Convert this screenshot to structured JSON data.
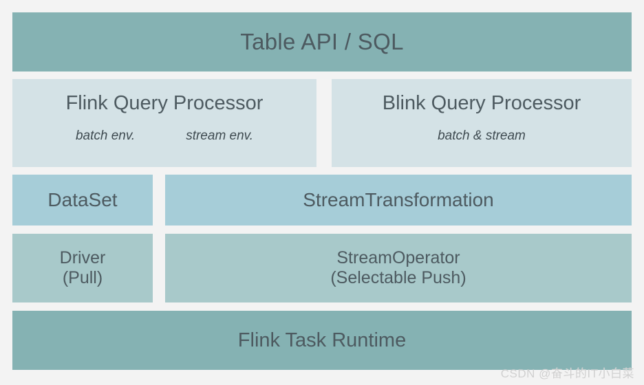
{
  "diagram": {
    "title": "Flink Table API / SQL architecture stack",
    "colors": {
      "background": "#f3f3f3",
      "layer_api": "#85b2b3",
      "layer_processor": "#d4e2e6",
      "layer_transformation": "#a6cdd8",
      "layer_operator": "#a8c9ca",
      "layer_runtime": "#85b2b3",
      "text": "#4d5a60",
      "watermark": "#cfcfcf"
    },
    "rows": {
      "api": {
        "title": "Table API / SQL"
      },
      "processors": {
        "flink": {
          "title": "Flink Query Processor",
          "sub_left": "batch env.",
          "sub_right": "stream env."
        },
        "blink": {
          "title": "Blink Query Processor",
          "sub": "batch & stream"
        }
      },
      "transformation": {
        "dataset": "DataSet",
        "streamtransformation": "StreamTransformation"
      },
      "operator": {
        "driver_line1": "Driver",
        "driver_line2": "(Pull)",
        "streamoperator_line1": "StreamOperator",
        "streamoperator_line2": "(Selectable Push)"
      },
      "runtime": {
        "title": "Flink Task Runtime"
      }
    }
  },
  "watermark": {
    "text": "CSDN @奋斗的IT小白菜"
  }
}
